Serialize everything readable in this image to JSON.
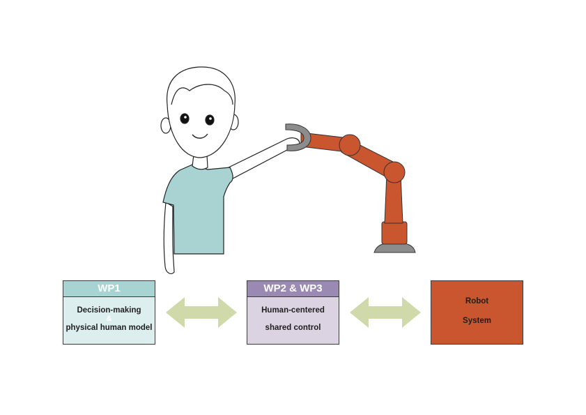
{
  "colors": {
    "wp1_header": "#a8d3d3",
    "wp1_body": "#ddeeee",
    "wp23_header": "#9a8ab3",
    "wp23_body": "#dcd3e2",
    "robot_box": "#c9562e",
    "arrow": "#cfd9aa",
    "robot_arm": "#c9562e",
    "robot_base": "#8c8c8c",
    "shirt": "#a9d2d2"
  },
  "wp1": {
    "title": "WP1",
    "line1": "Decision-making",
    "amp": "&",
    "line2": "physical human model"
  },
  "wp23": {
    "title": "WP2 & WP3",
    "line1": "Human-centered",
    "line2": "shared control"
  },
  "robot_system": {
    "line1": "Robot",
    "line2": "System"
  },
  "arrows": [
    "left-right-arrow",
    "left-right-arrow"
  ]
}
